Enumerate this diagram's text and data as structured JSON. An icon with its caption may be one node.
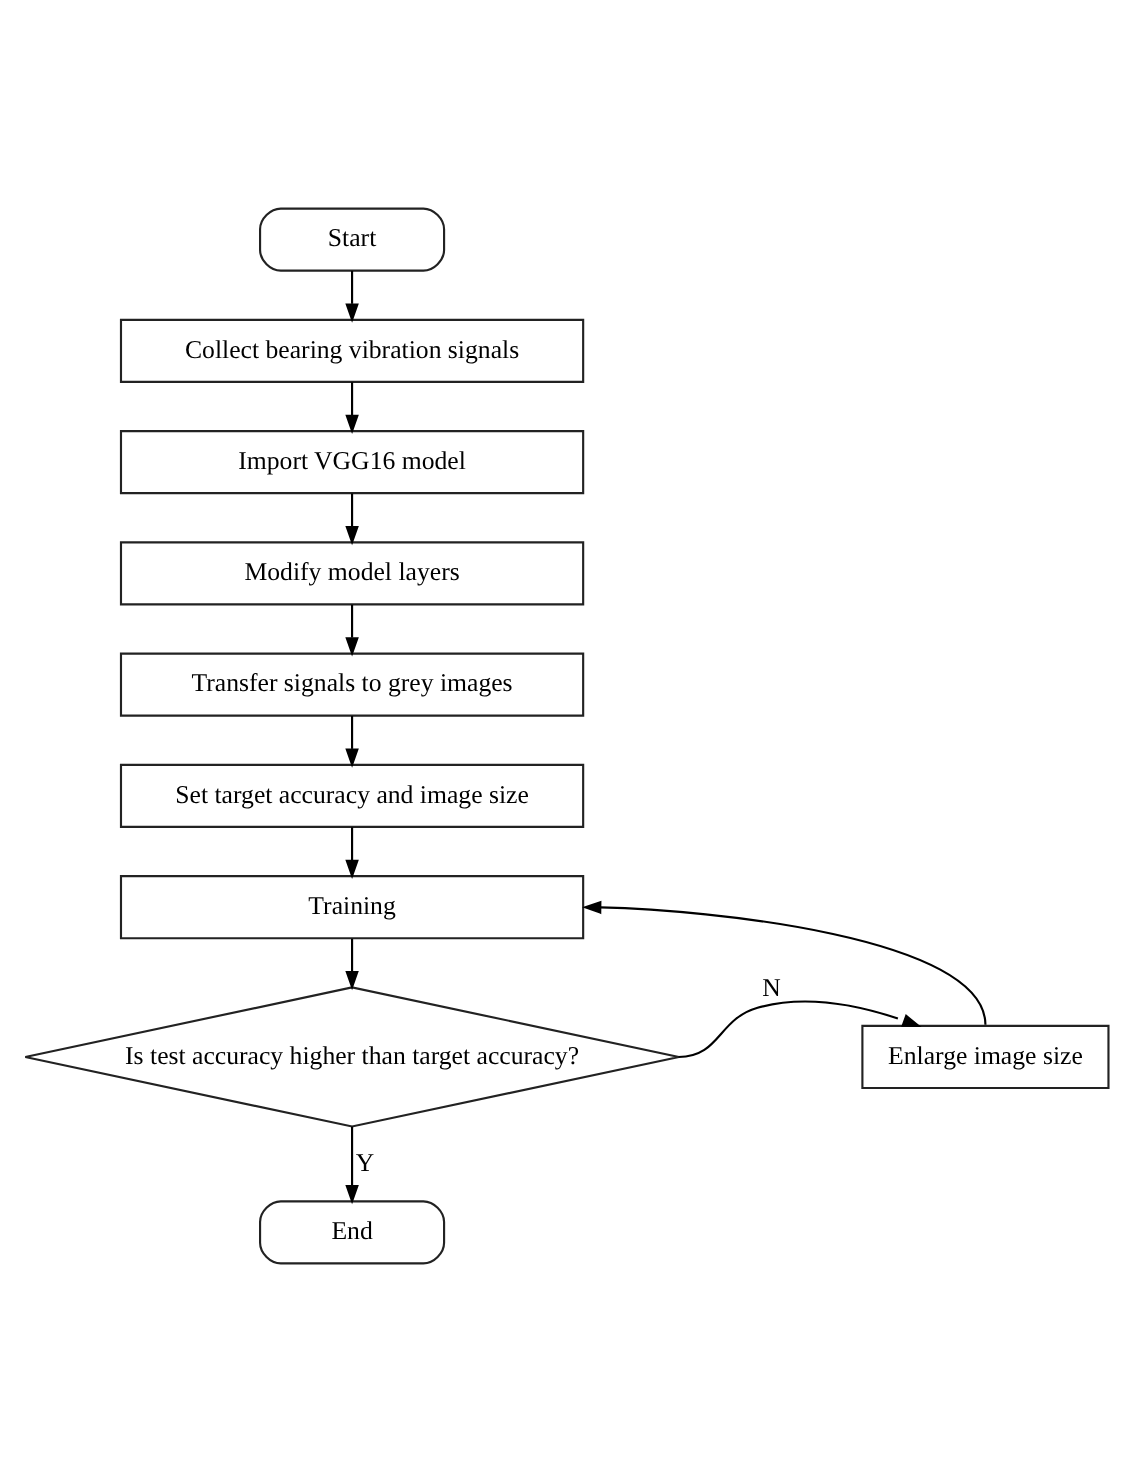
{
  "diagram": {
    "nodes": [
      {
        "text": [
          "Start"
        ]
      },
      {
        "text": [
          "Collect bearing vibration signals"
        ]
      },
      {
        "text": [
          "Import VGG16 model"
        ]
      },
      {
        "text": [
          "Modify model layers"
        ]
      },
      {
        "text": [
          "Transfer signals to grey images"
        ]
      },
      {
        "text": [
          "Set target accuracy and image size"
        ]
      },
      {
        "text": [
          "Training"
        ]
      },
      {
        "text": [
          "Is test accuracy higher than target accuracy?"
        ]
      },
      {
        "text": [
          "Enlarge image size"
        ]
      },
      {
        "text": [
          "End"
        ]
      }
    ],
    "edges": [
      {
        "from": 0,
        "to": 1,
        "arrow": "to"
      },
      {
        "from": 1,
        "to": 2,
        "arrow": "to"
      },
      {
        "from": 2,
        "to": 3,
        "arrow": "to"
      },
      {
        "from": 3,
        "to": 4,
        "arrow": "to"
      },
      {
        "from": 4,
        "to": 5,
        "arrow": "to"
      },
      {
        "from": 5,
        "to": 6,
        "arrow": "to"
      },
      {
        "from": 6,
        "to": 7,
        "arrow": "to"
      },
      {
        "from": 7,
        "to": 8,
        "arrow": "to",
        "label": "N"
      },
      {
        "from": 8,
        "to": 6,
        "arrow": "to"
      },
      {
        "from": 7,
        "to": 9,
        "arrow": "to",
        "label": "Y"
      }
    ]
  }
}
